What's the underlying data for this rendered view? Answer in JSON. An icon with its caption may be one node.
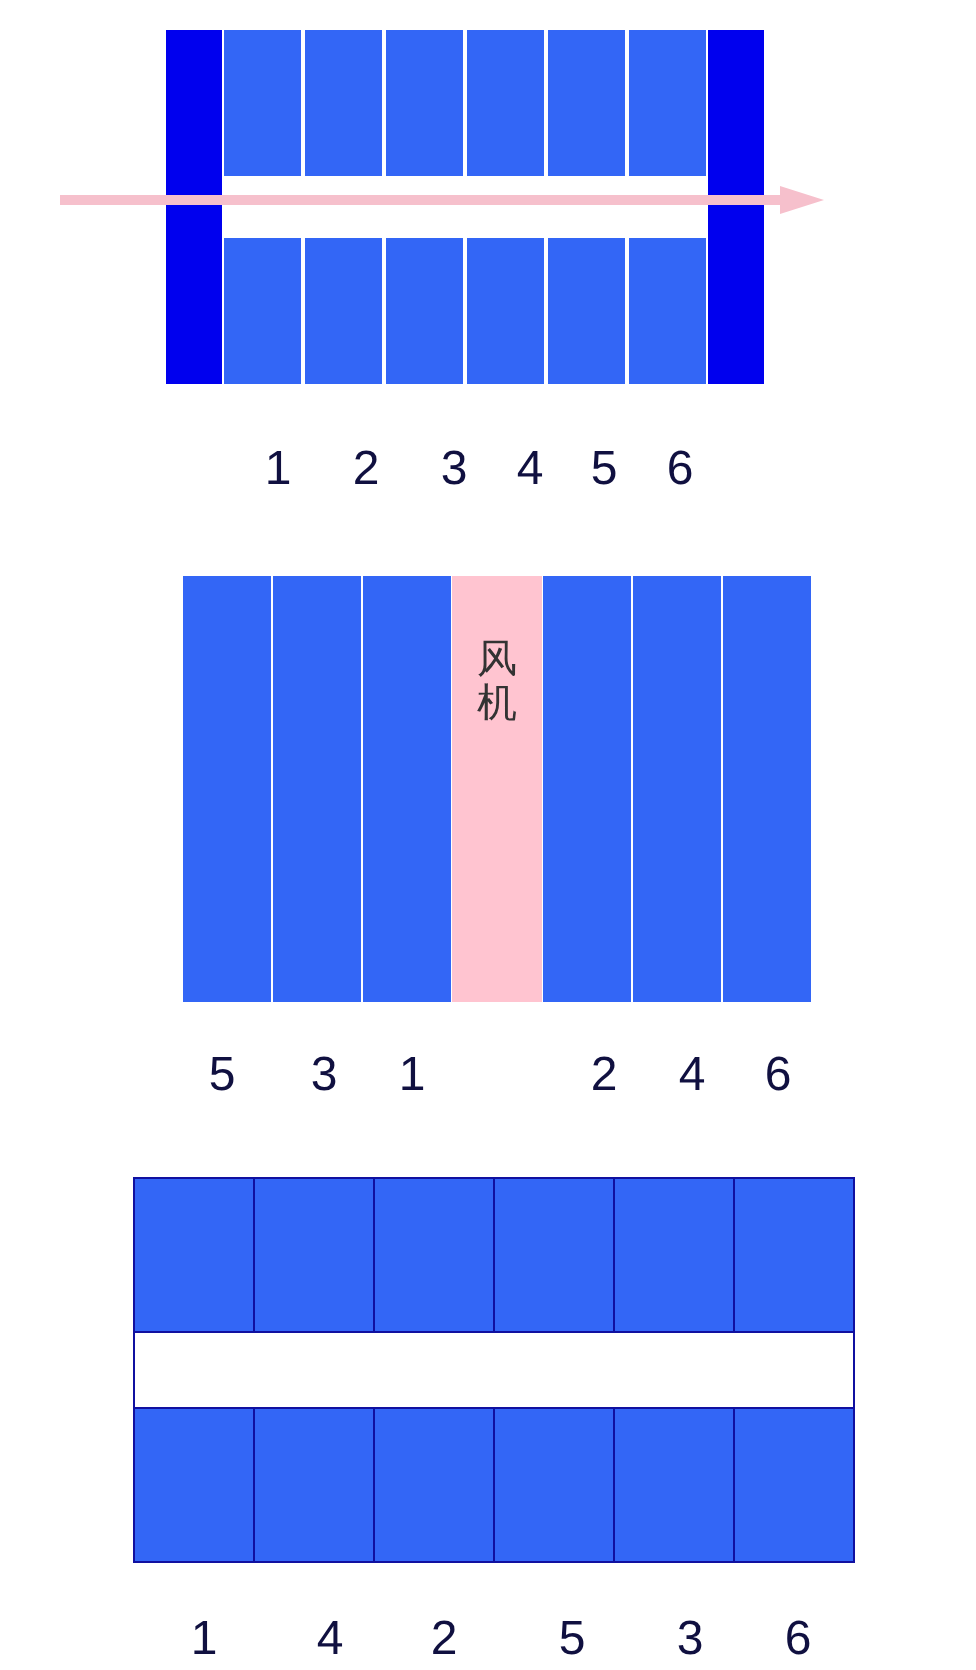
{
  "diagram": {
    "nodes": [
      {
        "text": [
          "风机"
        ]
      }
    ],
    "labels": [
      "1",
      "2",
      "3",
      "4",
      "5",
      "6",
      "5",
      "3",
      "1",
      "2",
      "4",
      "6",
      "1",
      "4",
      "2",
      "5",
      "3",
      "6"
    ]
  }
}
